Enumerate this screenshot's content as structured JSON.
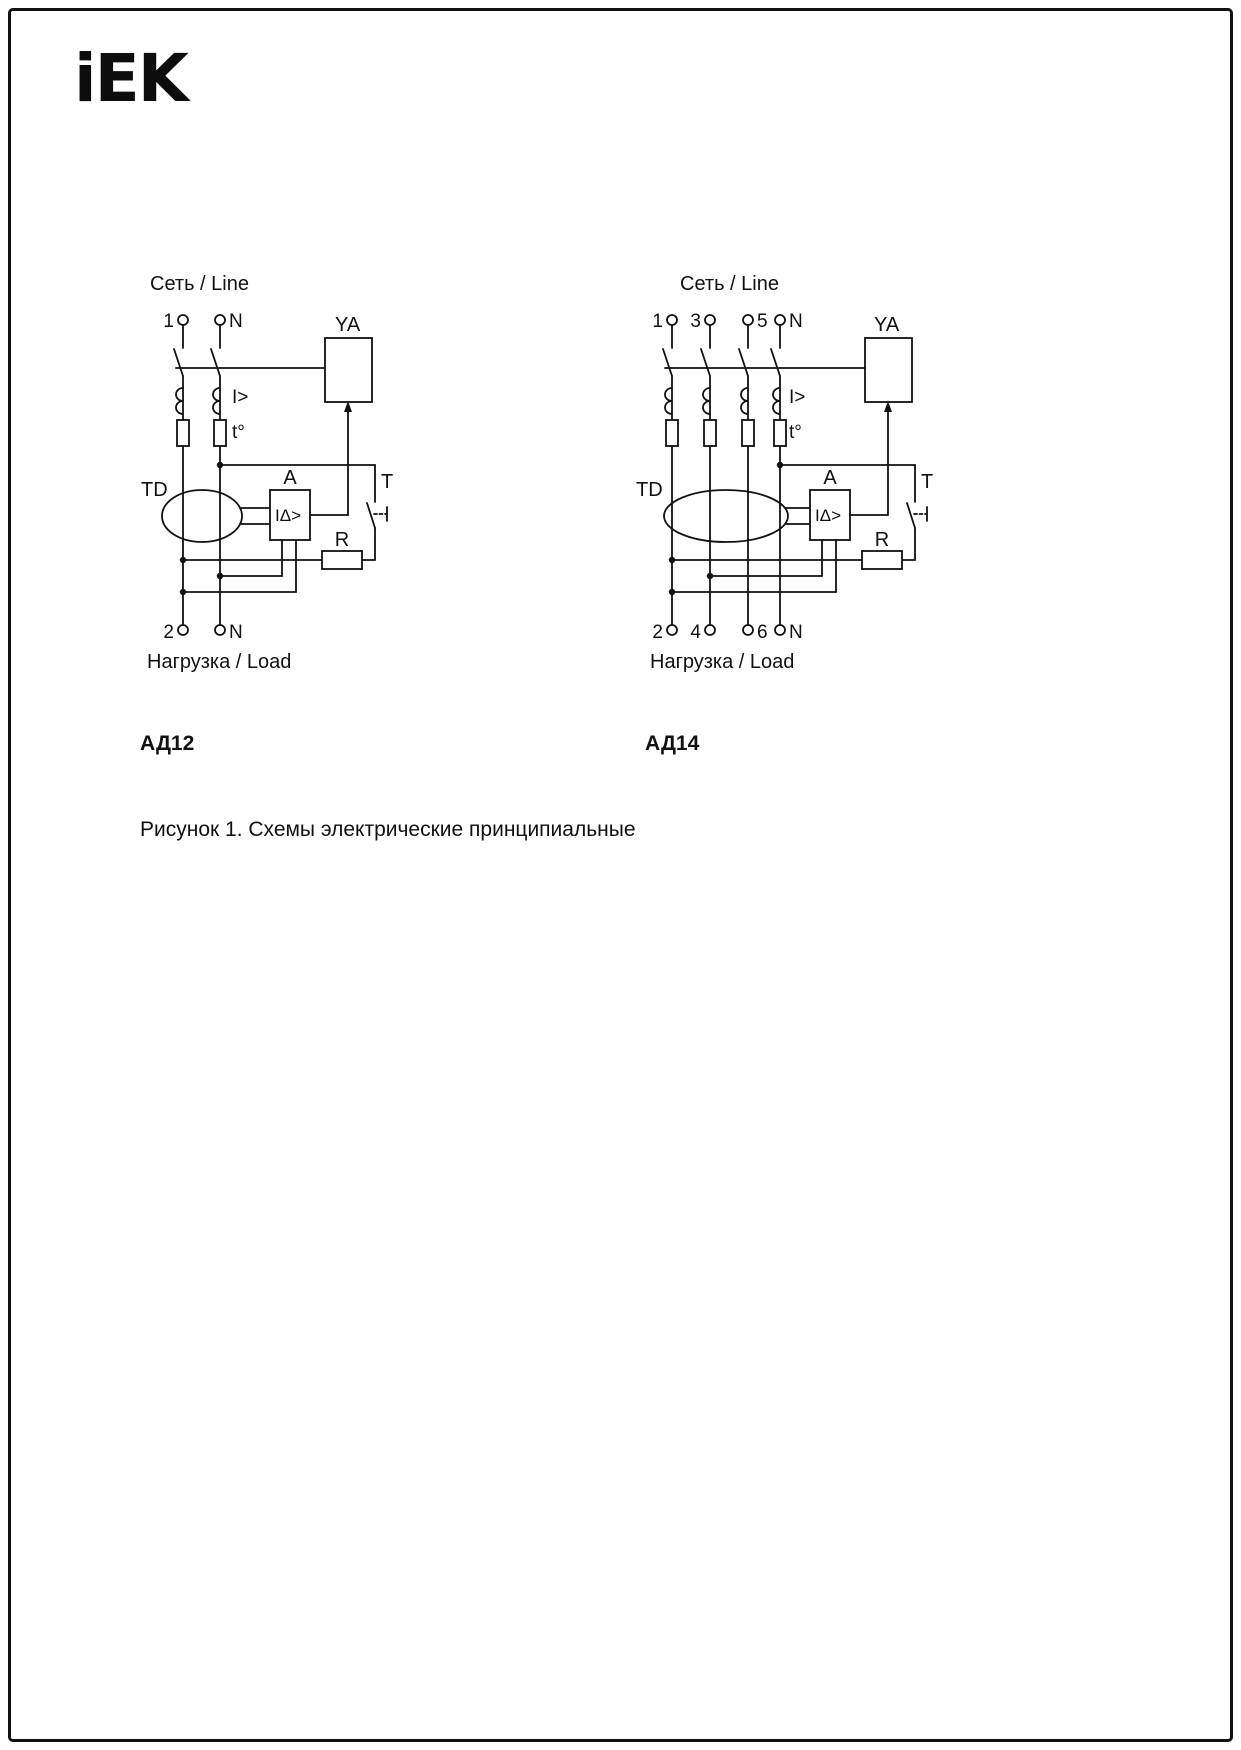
{
  "logo": "iEK",
  "caption": "Рисунок 1. Схемы электрические принципиальные",
  "d1": {
    "title": "АД12",
    "line": "Сеть / Line",
    "load": "Нагрузка / Load",
    "t_top": [
      "1",
      "N"
    ],
    "t_bot": [
      "2",
      "N"
    ],
    "ya": "YA",
    "i_over": "I>",
    "thermal": "t°",
    "td": "TD",
    "amp": "A",
    "idelta": "IΔ>",
    "test": "T",
    "res": "R"
  },
  "d2": {
    "title": "АД14",
    "line": "Сеть / Line",
    "load": "Нагрузка / Load",
    "t_top": [
      "1",
      "3",
      "5",
      "N"
    ],
    "t_bot": [
      "2",
      "4",
      "6",
      "N"
    ],
    "ya": "YA",
    "i_over": "I>",
    "thermal": "t°",
    "td": "TD",
    "amp": "A",
    "idelta": "IΔ>",
    "test": "T",
    "res": "R"
  }
}
